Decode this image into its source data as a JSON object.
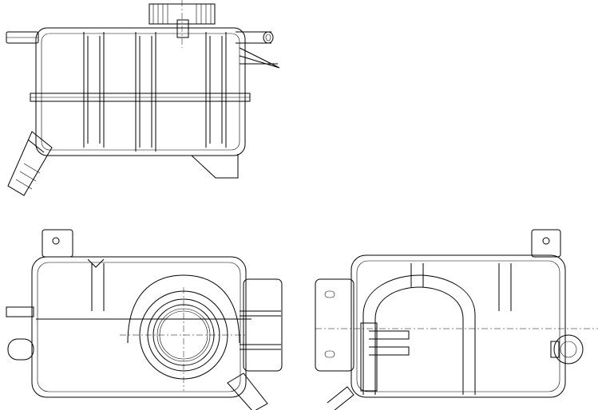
{
  "drawing": {
    "line_color": "#000000",
    "background_color": "#ffffff",
    "views": [
      {
        "id": "side-view"
      },
      {
        "id": "top-view"
      },
      {
        "id": "bottom-view"
      }
    ]
  }
}
